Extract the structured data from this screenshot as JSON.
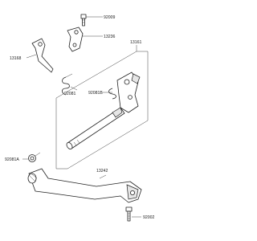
{
  "parts": [
    {
      "key": "p92009",
      "label": "92009",
      "description": "bolt"
    },
    {
      "key": "p13236",
      "label": "13236",
      "description": "bracket"
    },
    {
      "key": "p13168",
      "label": "13168",
      "description": "arm / stopper"
    },
    {
      "key": "p13161",
      "label": "13161",
      "description": "gear shift shaft"
    },
    {
      "key": "p92081b",
      "label": "92081B",
      "description": "spring"
    },
    {
      "key": "p92081",
      "label": "92081",
      "description": "spring"
    },
    {
      "key": "p92081a",
      "label": "92081A",
      "description": "spring"
    },
    {
      "key": "p13242",
      "label": "13242",
      "description": "shift pedal"
    },
    {
      "key": "p92002",
      "label": "92002",
      "description": "bolt"
    }
  ]
}
